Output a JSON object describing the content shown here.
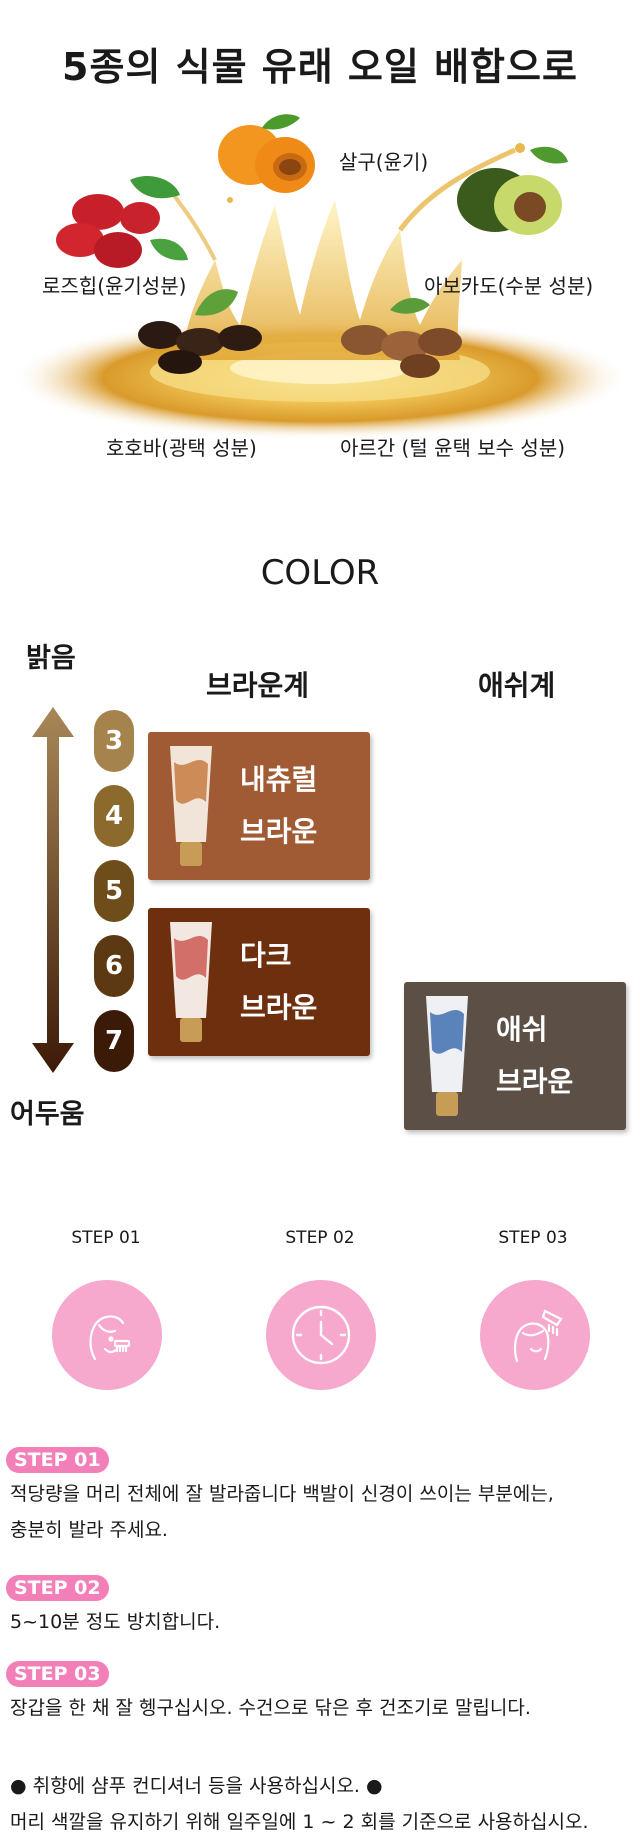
{
  "oils": {
    "title": "5종의 식물 유래 오일 배합으로",
    "labels": {
      "apricot": "살구(윤기)",
      "rosehip": "로즈힙(윤기성분)",
      "avocado": "아보카도(수분 성분)",
      "jojoba": "호호바(광택 성분)",
      "argan": "아르간 (털 윤택 보수 성분)"
    }
  },
  "color": {
    "title": "COLOR",
    "brightness_top": "밝음",
    "brightness_bottom": "어두움",
    "group_brown": "브라운계",
    "group_ash": "애쉬계",
    "levels": [
      "3",
      "4",
      "5",
      "6",
      "7"
    ],
    "level_colors": [
      "#a6834c",
      "#8c6a2d",
      "#6f4d1a",
      "#5c3912",
      "#3c1a08"
    ],
    "products": {
      "natural_brown": [
        "내츄럴",
        "브라운"
      ],
      "dark_brown": [
        "다크",
        "브라운"
      ],
      "ash_brown": [
        "애쉬",
        "브라운"
      ]
    },
    "card_colors": {
      "natural_brown": "#a05a34",
      "dark_brown": "#6e2f0e",
      "ash_brown": "#5b4f46"
    }
  },
  "steps": {
    "labels": [
      "STEP 01",
      "STEP 02",
      "STEP 03"
    ],
    "icons": [
      "comb-hair-icon",
      "clock-icon",
      "rinse-hair-icon"
    ]
  },
  "instructions": [
    {
      "badge": "STEP 01",
      "lines": [
        "적당량을 머리 전체에 잘 발라줍니다 백발이 신경이 쓰이는 부분에는,",
        "충분히 발라 주세요."
      ]
    },
    {
      "badge": "STEP 02",
      "lines": [
        "5~10분 정도 방치합니다."
      ]
    },
    {
      "badge": "STEP 03",
      "lines": [
        "장갑을 한 채 잘 헹구십시오. 수건으로 닦은 후 건조기로 말립니다."
      ]
    }
  ],
  "notes": [
    "● 취향에 샴푸 컨디셔너 등을 사용하십시오. ●",
    "머리 색깔을 유지하기 위해 일주일에 1 ~ 2 회를 기준으로 사용하십시오."
  ]
}
